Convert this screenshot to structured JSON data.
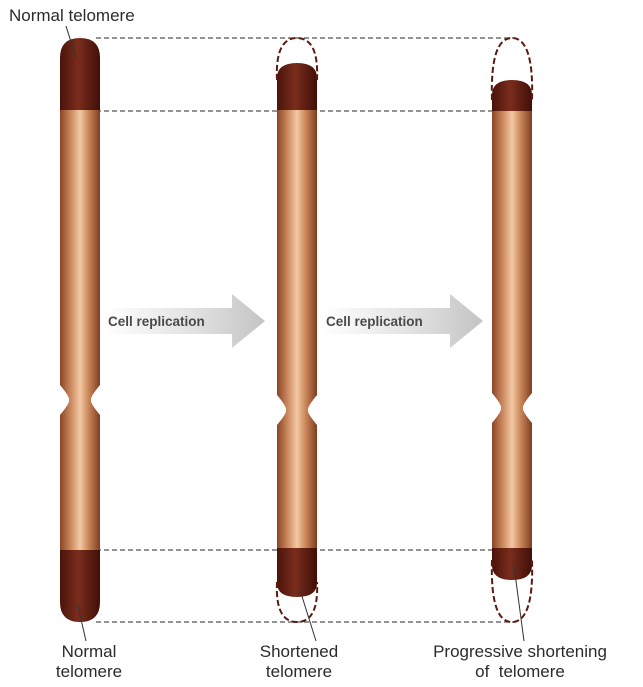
{
  "labels": {
    "top_left": "Normal telomere",
    "bottom_left_line1": "Normal",
    "bottom_left_line2": "telomere",
    "bottom_middle_line1": "Shortened",
    "bottom_middle_line2": "telomere",
    "bottom_right_line1": "Progressive shortening",
    "bottom_right_line2": "of  telomere"
  },
  "arrows": [
    {
      "label": "Cell replication"
    },
    {
      "label": "Cell replication"
    }
  ],
  "colors": {
    "chromosome_body": "#c07a4e",
    "chromosome_highlight": "#f1c29a",
    "telomere": "#5a1a10",
    "dashed_line": "#555555",
    "telomere_outline": "#5a1a10",
    "arrow": "#d6d6d6"
  }
}
